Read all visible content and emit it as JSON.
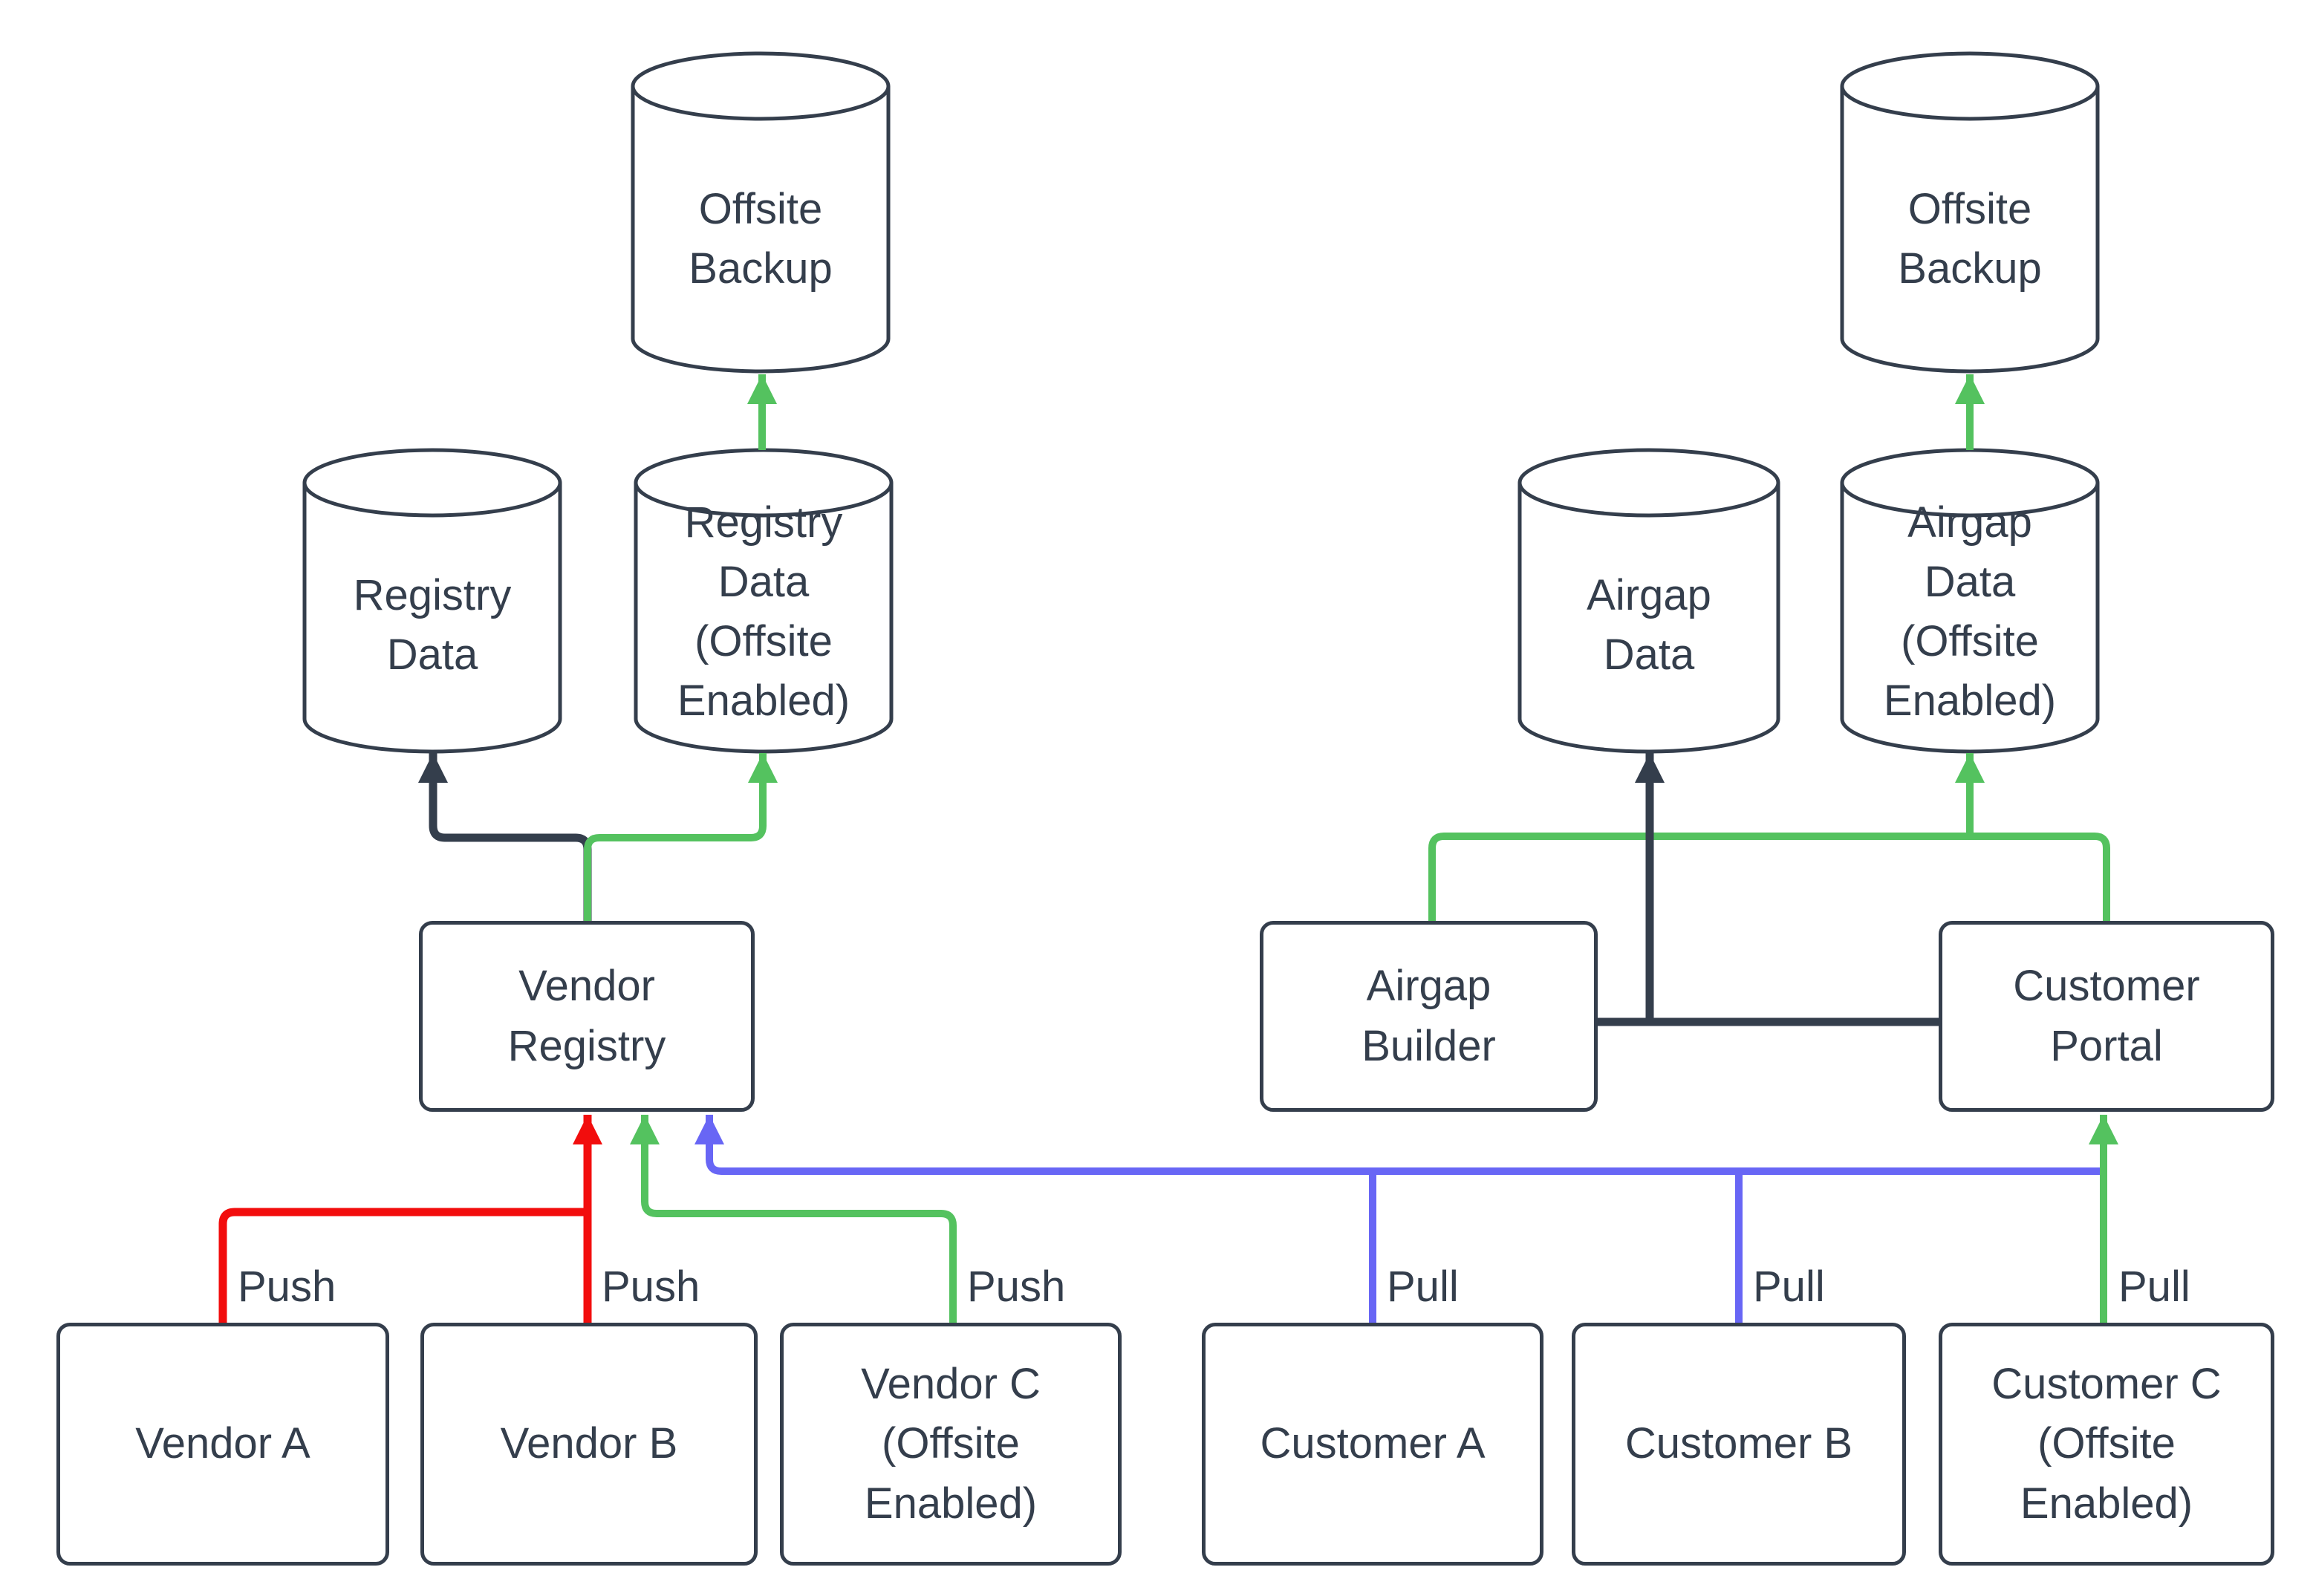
{
  "colors": {
    "dark": "#343e4c",
    "green": "#54c25f",
    "red": "#f20d0d",
    "blue": "#6866f5",
    "background": "#ffffff"
  },
  "nodes": {
    "offsiteBackupLeft": "Offsite\nBackup",
    "registryData": "Registry\nData",
    "registryDataOffsite": "Registry\nData\n(Offsite\nEnabled)",
    "vendorRegistry": "Vendor\nRegistry",
    "vendorA": "Vendor A",
    "vendorB": "Vendor B",
    "vendorC": "Vendor C\n(Offsite\nEnabled)",
    "offsiteBackupRight": "Offsite\nBackup",
    "airgapData": "Airgap\nData",
    "airgapDataOffsite": "Airgap\nData\n(Offsite\nEnabled)",
    "airgapBuilder": "Airgap\nBuilder",
    "customerPortal": "Customer\nPortal",
    "customerA": "Customer A",
    "customerB": "Customer B",
    "customerC": "Customer C\n(Offsite\nEnabled)"
  },
  "edgeLabels": {
    "vendorAPush": "Push",
    "vendorBPush": "Push",
    "vendorCPush": "Push",
    "customerAPull": "Pull",
    "customerBPull": "Pull",
    "customerCPull": "Pull"
  }
}
